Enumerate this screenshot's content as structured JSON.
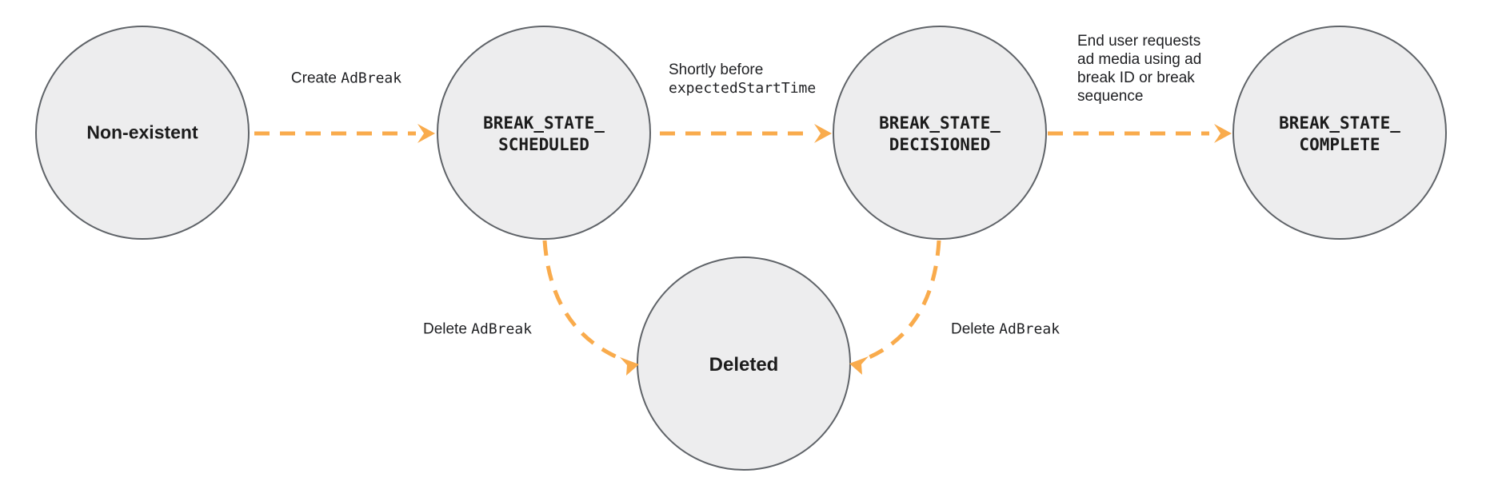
{
  "colors": {
    "arrow": "#F9AB4C",
    "node_fill": "#EDEDEE",
    "node_stroke": "#5F6368",
    "text": "#202124"
  },
  "nodes": {
    "non_existent": {
      "label": "Non-existent"
    },
    "scheduled": {
      "line1": "BREAK_STATE_",
      "line2": "SCHEDULED"
    },
    "decisioned": {
      "line1": "BREAK_STATE_",
      "line2": "DECISIONED"
    },
    "complete": {
      "line1": "BREAK_STATE_",
      "line2": "COMPLETE"
    },
    "deleted": {
      "label": "Deleted"
    }
  },
  "edges": {
    "create": {
      "prefix": "Create ",
      "code": "AdBreak"
    },
    "shortly": {
      "line1": "Shortly before",
      "code": "expectedStartTime"
    },
    "end_user": {
      "lines": [
        "End user requests",
        "ad media using ad",
        "break ID or break",
        "sequence"
      ]
    },
    "delete_left": {
      "prefix": "Delete ",
      "code": "AdBreak"
    },
    "delete_right": {
      "prefix": "Delete ",
      "code": "AdBreak"
    }
  }
}
